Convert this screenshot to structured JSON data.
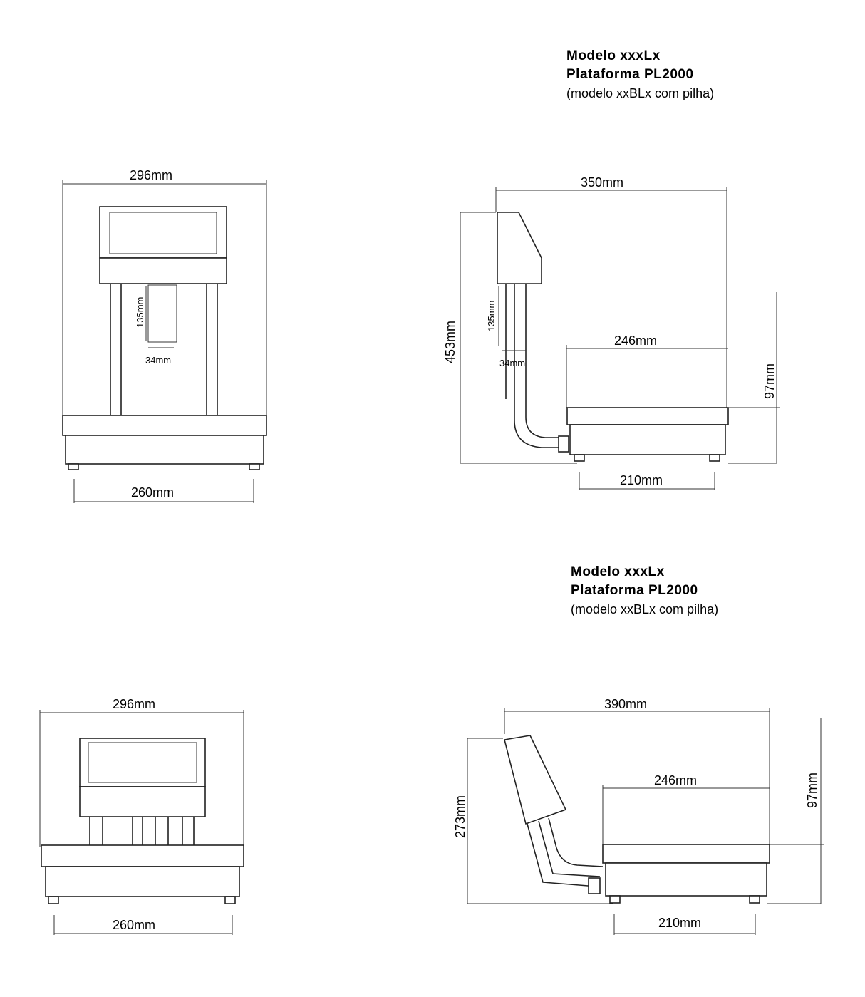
{
  "captions": [
    {
      "title_1": "Modelo xxxLx",
      "title_2": "Plataforma PL2000",
      "subtitle": "(modelo xxBLx com pilha)"
    },
    {
      "title_1": "Modelo xxxLx",
      "title_2": "Plataforma PL2000",
      "subtitle": "(modelo xxBLx com pilha)"
    }
  ],
  "views": {
    "top_front": {
      "width": "296mm",
      "base": "260mm",
      "column": "135mm",
      "column_w": "34mm"
    },
    "top_side": {
      "depth": "350mm",
      "height": "453mm",
      "platform": "246mm",
      "platform_h": "97mm",
      "base": "210mm",
      "column": "135mm",
      "column_w": "34mm"
    },
    "bottom_front": {
      "width": "296mm",
      "base": "260mm"
    },
    "bottom_side": {
      "depth": "390mm",
      "height": "273mm",
      "platform": "246mm",
      "platform_h": "97mm",
      "base": "210mm"
    }
  }
}
